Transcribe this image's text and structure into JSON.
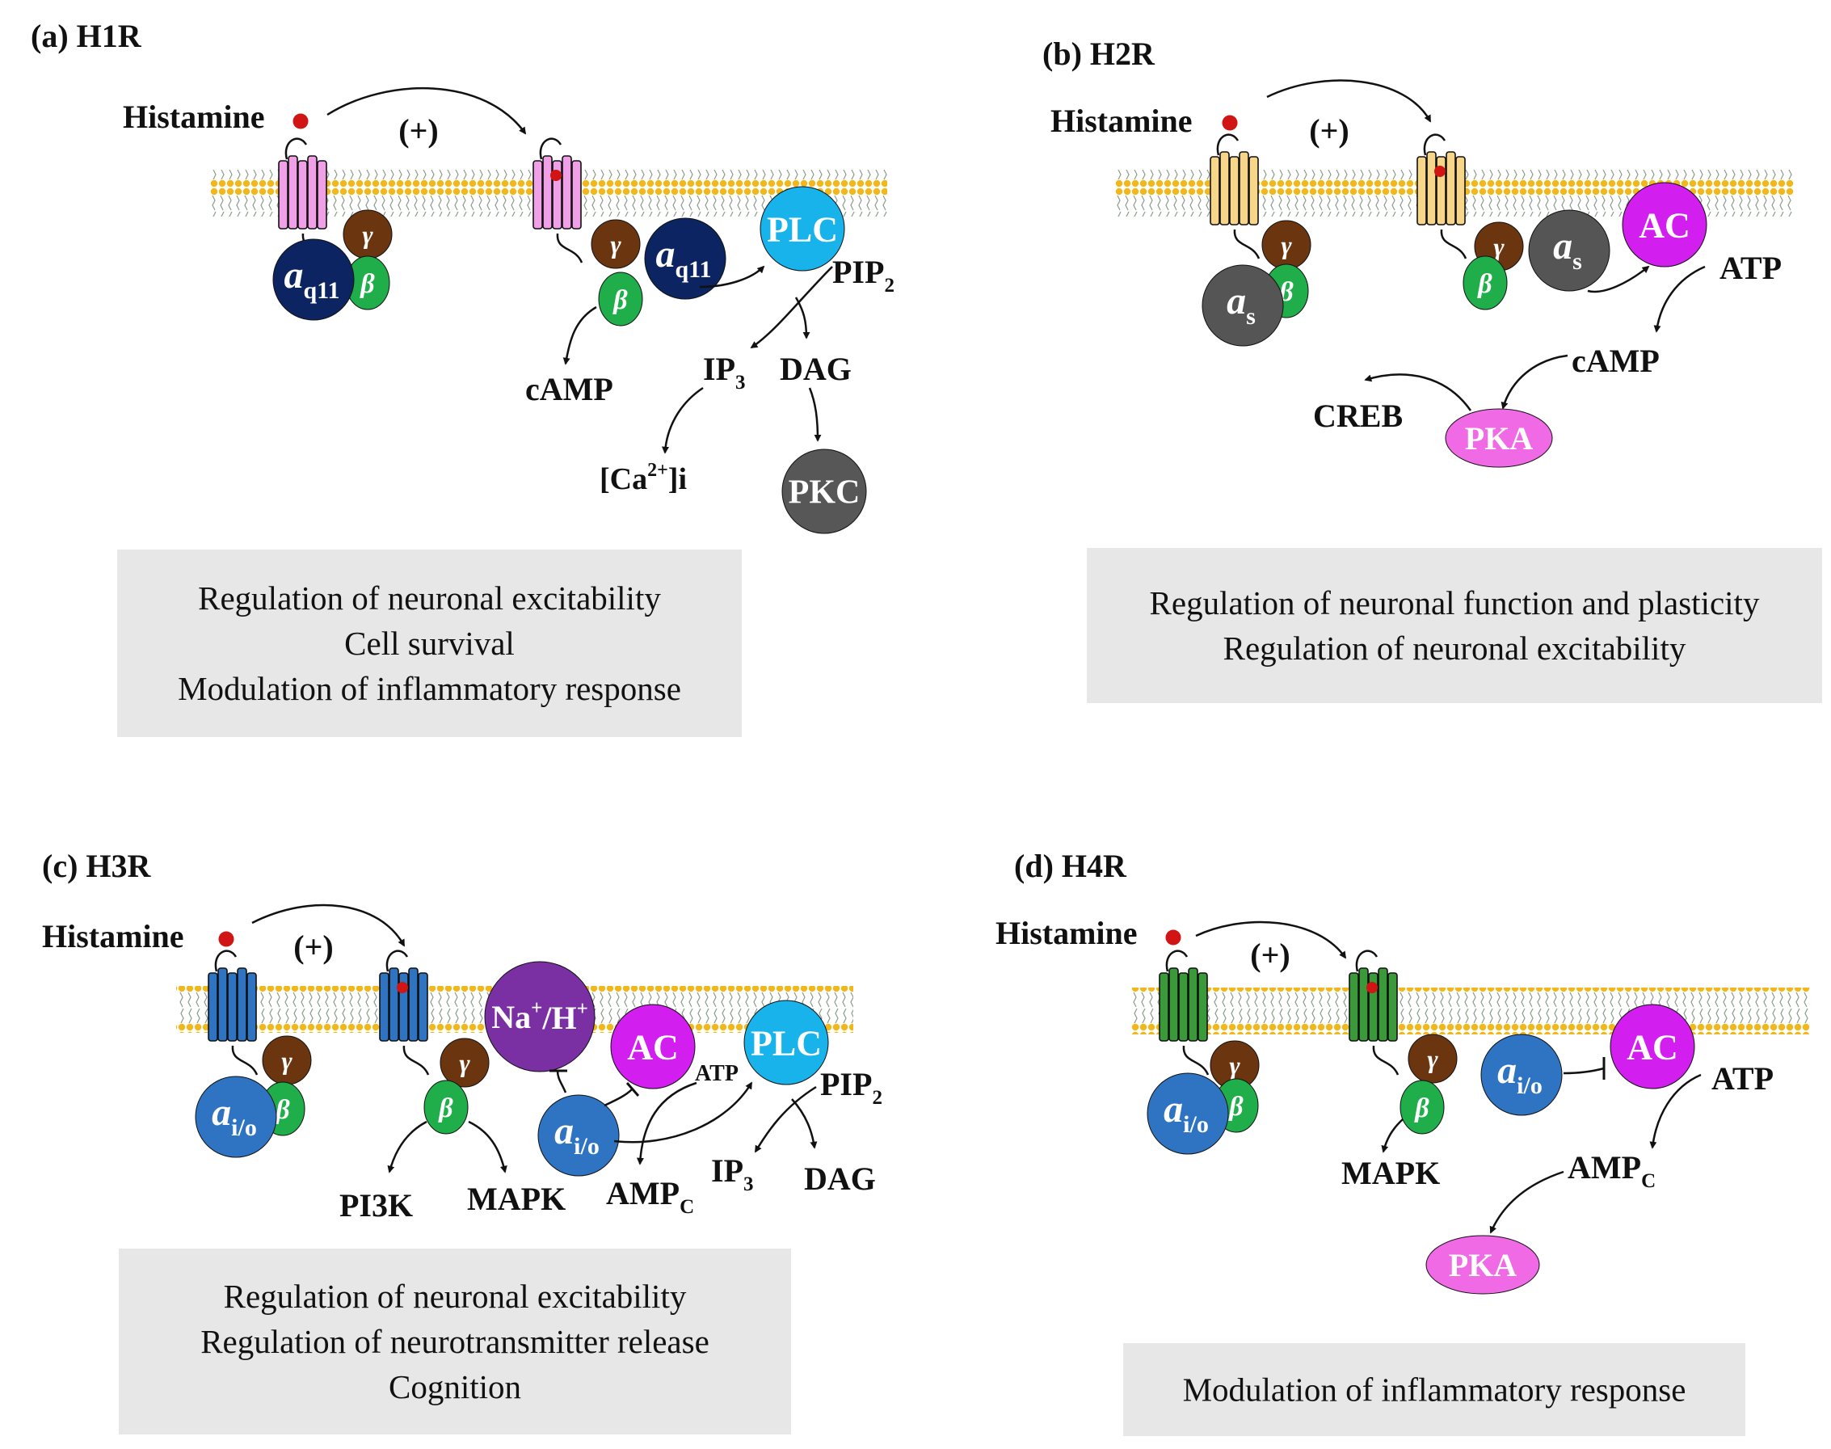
{
  "panels": [
    {
      "id": "a",
      "title": "(a) H1R",
      "ligand": "Histamine",
      "activation": "(+)",
      "receptor_color": "#f0a0e6",
      "alpha_label": "a",
      "alpha_sub": "q11",
      "alpha_color": "#0c2462",
      "gamma_label": "γ",
      "beta_label": "β",
      "effectors": [
        {
          "label": "PLC",
          "color": "#19b3ec"
        },
        {
          "label": "PKC",
          "color": "#575757"
        }
      ],
      "molecules": [
        "PIP",
        "2",
        "IP",
        "3",
        "DAG",
        "cAMP",
        "[Ca",
        "2+",
        "]i"
      ],
      "functions": [
        "Regulation of neuronal excitability",
        "Cell survival",
        "Modulation of inflammatory response"
      ]
    },
    {
      "id": "b",
      "title": "(b) H2R",
      "ligand": "Histamine",
      "activation": "(+)",
      "receptor_color": "#f7d68a",
      "alpha_label": "a",
      "alpha_sub": "s",
      "alpha_color": "#555555",
      "gamma_label": "γ",
      "beta_label": "β",
      "effectors": [
        {
          "label": "AC",
          "color": "#d21eef"
        },
        {
          "label": "PKA",
          "color": "#f06ae6"
        }
      ],
      "molecules": [
        "ATP",
        "cAMP",
        "CREB"
      ],
      "functions": [
        "Regulation of neuronal function and plasticity",
        "Regulation of neuronal excitability"
      ]
    },
    {
      "id": "c",
      "title": "(c) H3R",
      "ligand": "Histamine",
      "activation": "(+)",
      "receptor_color": "#2e74c2",
      "alpha_label": "a",
      "alpha_sub": "i/o",
      "alpha_color": "#2e74c2",
      "gamma_label": "γ",
      "beta_label": "β",
      "exchanger": {
        "label": "Na",
        "sup1": "+",
        "sep": "/H",
        "sup2": "+",
        "color": "#7a2fa3"
      },
      "effectors": [
        {
          "label": "AC",
          "color": "#d21eef"
        },
        {
          "label": "PLC",
          "color": "#19b3ec"
        }
      ],
      "molecules": [
        "ATP",
        "PIP",
        "2",
        "IP",
        "3",
        "DAG",
        "AMP",
        "C",
        "PI3K",
        "MAPK"
      ],
      "functions": [
        "Regulation of neuronal excitability",
        "Regulation of neurotransmitter release",
        "Cognition"
      ]
    },
    {
      "id": "d",
      "title": "(d) H4R",
      "ligand": "Histamine",
      "activation": "(+)",
      "receptor_color": "#3a9a3a",
      "alpha_label": "a",
      "alpha_sub": "i/o",
      "alpha_color": "#2e74c2",
      "gamma_label": "γ",
      "beta_label": "β",
      "effectors": [
        {
          "label": "AC",
          "color": "#d21eef"
        },
        {
          "label": "PKA",
          "color": "#f06ae6"
        }
      ],
      "molecules": [
        "ATP",
        "AMP",
        "C",
        "MAPK"
      ],
      "functions": [
        "Modulation of inflammatory response"
      ]
    }
  ],
  "colors": {
    "lipid_head": "#f2b81b",
    "lipid_tail": "#8a9a8a",
    "gamma": "#6b3510",
    "beta": "#1fae4a",
    "ligand": "#d11414",
    "box": "#e7e7e7"
  }
}
